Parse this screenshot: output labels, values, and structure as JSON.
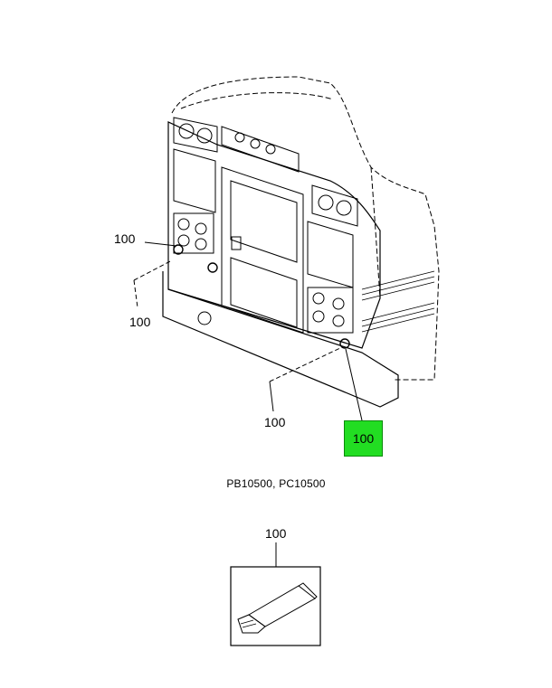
{
  "callouts": {
    "upper_left": "100",
    "lower_left": "100",
    "bottom_center": "100",
    "highlighted": "100",
    "tube": "100"
  },
  "caption": "PB10500, PC10500",
  "highlight_color": "#22dd22",
  "footer": {
    "left": "",
    "right": ""
  }
}
